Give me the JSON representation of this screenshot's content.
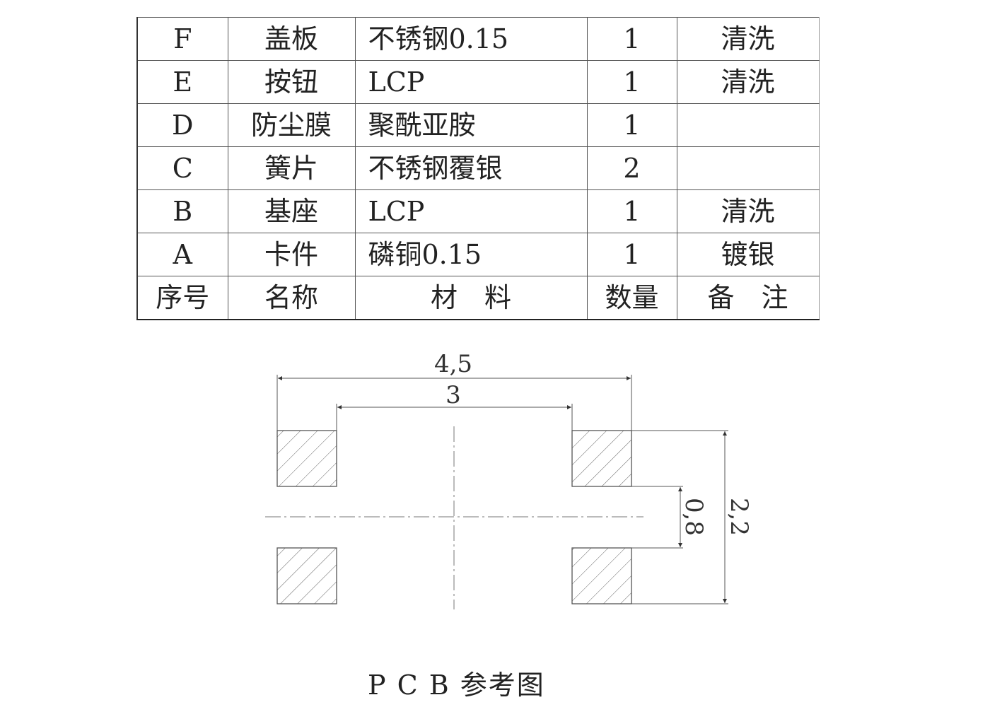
{
  "bom_table": {
    "rows": [
      {
        "no": "F",
        "name": "盖板",
        "material": "不锈钢0.15",
        "qty": "1",
        "note": "清洗"
      },
      {
        "no": "E",
        "name": "按钮",
        "material": "LCP",
        "qty": "1",
        "note": "清洗"
      },
      {
        "no": "D",
        "name": "防尘膜",
        "material": "聚酰亚胺",
        "qty": "1",
        "note": ""
      },
      {
        "no": "C",
        "name": "簧片",
        "material": "不锈钢覆银",
        "qty": "2",
        "note": ""
      },
      {
        "no": "B",
        "name": "基座",
        "material": "LCP",
        "qty": "1",
        "note": "清洗"
      },
      {
        "no": "A",
        "name": "卡件",
        "material": "磷铜0.15",
        "qty": "1",
        "note": "镀银"
      }
    ],
    "header": {
      "no": "序号",
      "name": "名称",
      "material": "材　料",
      "qty": "数量",
      "note": "备　注"
    }
  },
  "pcb_drawing": {
    "dim_overall_width": "4,5",
    "dim_inner_width": "3",
    "dim_overall_height": "2,2",
    "dim_gap": "0,8",
    "caption": "P C B 参考图"
  }
}
